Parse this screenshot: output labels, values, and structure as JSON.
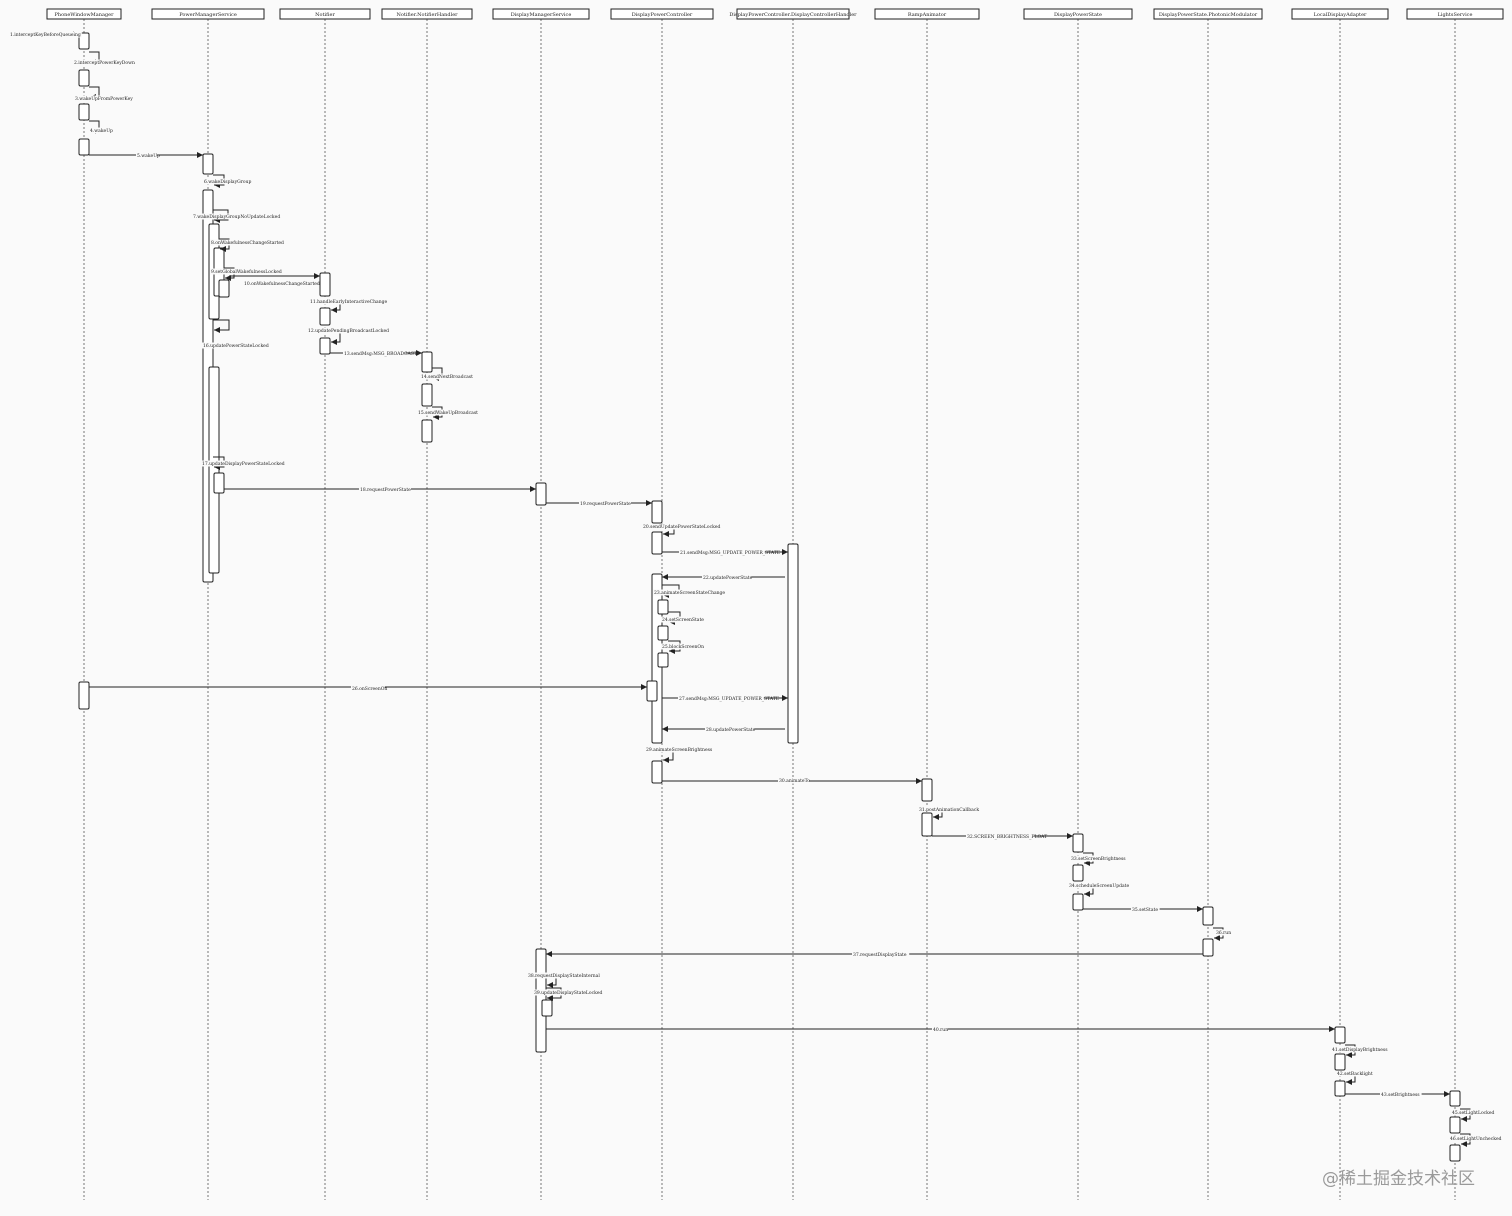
{
  "participants": [
    "PhoneWindowManager",
    "PowerManagerService",
    "Notifier",
    "Notifier.NotifierHandler",
    "DisplayManagerService",
    "DisplayPowerController",
    "DisplayPowerController.DisplayControllerHandler",
    "RampAnimator",
    "DisplayPowerState",
    "DisplayPowerState.PhotonicModulator",
    "LocalDisplayAdapter",
    "LightsService"
  ],
  "messages": [
    {
      "label": "1.interceptKeyBeforeQueueing",
      "from": -1,
      "to": 0
    },
    {
      "label": "2.interceptPowerKeyDown",
      "from": 0,
      "to": 0
    },
    {
      "label": "3.wakeUpFromPowerKey",
      "from": 0,
      "to": 0
    },
    {
      "label": "4.wakeUp",
      "from": 0,
      "to": 0
    },
    {
      "label": "5.wakeUp",
      "from": 0,
      "to": 1
    },
    {
      "label": "6.wakeDisplayGroup",
      "from": 1,
      "to": 1
    },
    {
      "label": "7.wakeDisplayGroupNoUpdateLocked",
      "from": 1,
      "to": 1
    },
    {
      "label": "8.onWakefulnessChangeStarted",
      "from": 1,
      "to": 1
    },
    {
      "label": "9.setGlobalWakefulnessLocked",
      "from": 1,
      "to": 1
    },
    {
      "label": "10.onWakefulnessChangeStarted",
      "from": 1,
      "to": 2
    },
    {
      "label": "11.handleEarlyInteractiveChange",
      "from": 2,
      "to": 2
    },
    {
      "label": "12.updatePendingBroadcastLocked",
      "from": 2,
      "to": 2
    },
    {
      "label": "13.sendMsg:MSG_BROADCAST",
      "from": 2,
      "to": 3
    },
    {
      "label": "14.sendNextBroadcast",
      "from": 3,
      "to": 3
    },
    {
      "label": "15.sendWakeUpBroadcast",
      "from": 3,
      "to": 3
    },
    {
      "label": "16.updatePowerStateLocked",
      "from": 1,
      "to": 1
    },
    {
      "label": "17.updateDisplayPowerStateLocked",
      "from": 1,
      "to": 1
    },
    {
      "label": "18.requestPowerState",
      "from": 1,
      "to": 4
    },
    {
      "label": "19.requestPowerState",
      "from": 4,
      "to": 5
    },
    {
      "label": "20.sendUpdatePowerStateLocked",
      "from": 5,
      "to": 5
    },
    {
      "label": "21.sendMsg:MSG_UPDATE_POWER_STATE",
      "from": 5,
      "to": 6
    },
    {
      "label": "22.updatePowerState",
      "from": 6,
      "to": 5
    },
    {
      "label": "23.animateScreenStateChange",
      "from": 5,
      "to": 5
    },
    {
      "label": "24.setScreenState",
      "from": 5,
      "to": 5
    },
    {
      "label": "25.blockScreenOn",
      "from": 5,
      "to": 5
    },
    {
      "label": "26.onScreenOn",
      "from": 0,
      "to": 5
    },
    {
      "label": "27.sendMsg:MSG_UPDATE_POWER_STATE",
      "from": 5,
      "to": 6
    },
    {
      "label": "28.updatePowerState",
      "from": 6,
      "to": 5
    },
    {
      "label": "29.animateScreenBrightness",
      "from": 5,
      "to": 5
    },
    {
      "label": "30.animateTo",
      "from": 5,
      "to": 7
    },
    {
      "label": "31.postAnimationCallback",
      "from": 7,
      "to": 7
    },
    {
      "label": "32.SCREEN_BRIGHTNESS_FLOAT",
      "from": 7,
      "to": 8
    },
    {
      "label": "33.setScreenBrightness",
      "from": 8,
      "to": 8
    },
    {
      "label": "34.scheduleScreenUpdate",
      "from": 8,
      "to": 8
    },
    {
      "label": "35.setState",
      "from": 8,
      "to": 9
    },
    {
      "label": "36.run",
      "from": 9,
      "to": 9
    },
    {
      "label": "37.requestDisplayState",
      "from": 9,
      "to": 4
    },
    {
      "label": "38.requestDisplayStateInternal",
      "from": 4,
      "to": 4
    },
    {
      "label": "39.updateDisplayStateLocked",
      "from": 4,
      "to": 4
    },
    {
      "label": "40.run",
      "from": 4,
      "to": 10
    },
    {
      "label": "41.setDisplayBrightness",
      "from": 10,
      "to": 10
    },
    {
      "label": "42.setBacklight",
      "from": 10,
      "to": 10
    },
    {
      "label": "43.setBrightness",
      "from": 10,
      "to": 11
    },
    {
      "label": "45.setLightLocked",
      "from": 11,
      "to": 11
    },
    {
      "label": "46.setLightUnchecked",
      "from": 11,
      "to": 11
    }
  ],
  "watermark": "@稀土掘金技术社区"
}
